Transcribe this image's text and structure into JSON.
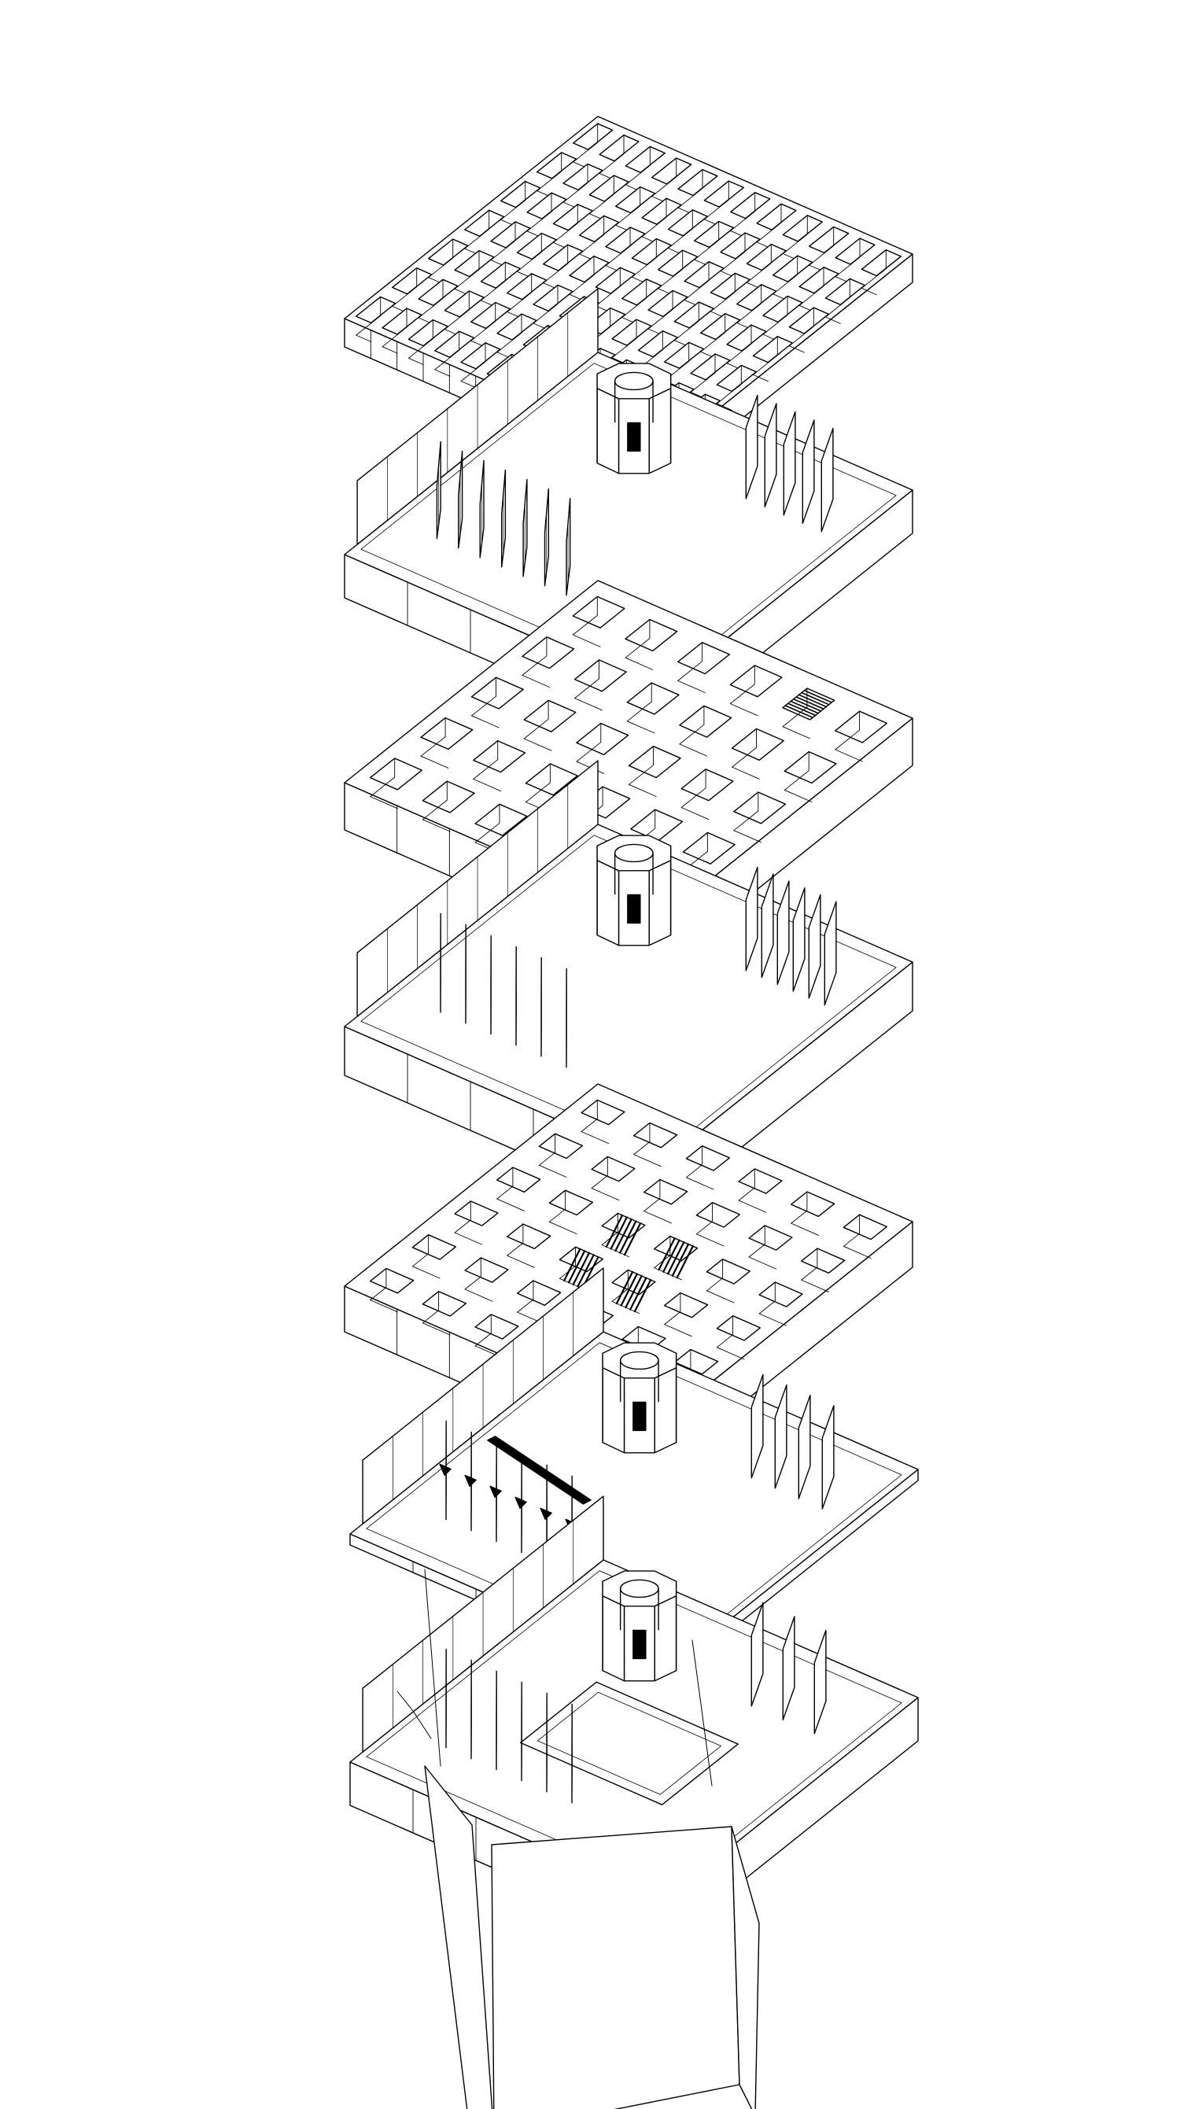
{
  "diagram": {
    "type": "exploded-axonometric",
    "colors": {
      "background": "#ffffff",
      "line": "#000000",
      "fill": "#ffffff",
      "hatch": "#000000"
    },
    "layers": [
      {
        "id": "roof-grid",
        "kind": "grid",
        "cols": 12,
        "rows": 7,
        "frame": "beam"
      },
      {
        "id": "floor-3",
        "kind": "floor",
        "core": true,
        "panels_front": 7,
        "panels_back": 5
      },
      {
        "id": "ceiling-grid-2",
        "kind": "grid",
        "cols": 6,
        "rows": 5,
        "frame": "thick",
        "hatch_cell": true
      },
      {
        "id": "floor-2",
        "kind": "floor",
        "core": true,
        "panels_front": 6,
        "panels_back": 6
      },
      {
        "id": "ceiling-grid-1",
        "kind": "grid",
        "cols": 6,
        "rows": 6,
        "frame": "thick",
        "stairs": true
      },
      {
        "id": "floor-1",
        "kind": "floor",
        "core": true,
        "panels_front": 6,
        "panels_back": 4,
        "arrows": true
      },
      {
        "id": "ground-floor",
        "kind": "floor",
        "core": true,
        "panels_front": 6,
        "panels_back": 3,
        "void": true
      },
      {
        "id": "foundation-box",
        "kind": "box"
      }
    ]
  }
}
